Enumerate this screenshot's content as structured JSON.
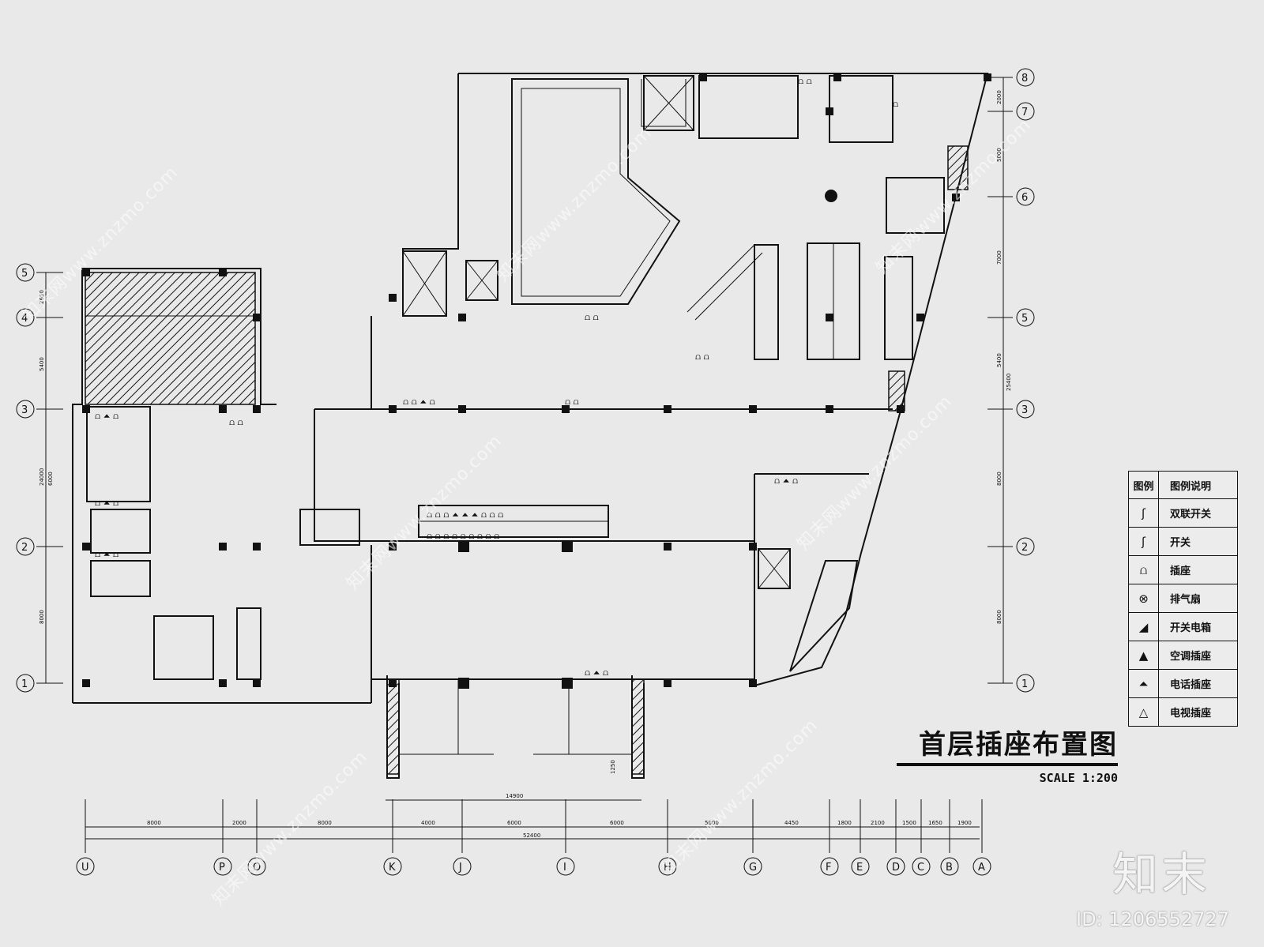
{
  "drawing": {
    "title": "首层插座布置图",
    "scale": "SCALE 1:200"
  },
  "legend": {
    "header_symbol": "图例",
    "header_description": "图例说明",
    "items": [
      {
        "symbol": "ʃ",
        "label": "双联开关",
        "icon": "double-switch-icon"
      },
      {
        "symbol": "ʃ",
        "label": "开关",
        "icon": "switch-icon"
      },
      {
        "symbol": "⩍",
        "label": "插座",
        "icon": "socket-icon"
      },
      {
        "symbol": "⊗",
        "label": "排气扇",
        "icon": "exhaust-fan-icon"
      },
      {
        "symbol": "◢",
        "label": "开关电箱",
        "icon": "switch-box-icon"
      },
      {
        "symbol": "▲",
        "label": "空调插座",
        "icon": "ac-socket-icon"
      },
      {
        "symbol": "⏶",
        "label": "电话插座",
        "icon": "phone-socket-icon"
      },
      {
        "symbol": "△",
        "label": "电视插座",
        "icon": "tv-socket-icon"
      }
    ]
  },
  "grid_axes": {
    "left": [
      "5",
      "4",
      "3",
      "2",
      "1"
    ],
    "right": [
      "8",
      "7",
      "6",
      "5",
      "3",
      "2",
      "1"
    ],
    "bottom": [
      "U",
      "P",
      "O",
      "K",
      "J",
      "I",
      "H",
      "G",
      "F",
      "E",
      "D",
      "C",
      "B",
      "A"
    ]
  },
  "dimensions": {
    "left": [
      "2650",
      "5400",
      "24000",
      "6000",
      "8000"
    ],
    "right": [
      "2000",
      "5000",
      "7000",
      "5400",
      "25400",
      "8000",
      "8000"
    ],
    "bottom_segments": [
      "8000",
      "2000",
      "8000",
      "4000",
      "6000",
      "6000",
      "5000",
      "4450",
      "1800",
      "2100",
      "1500",
      "1650",
      "1900"
    ],
    "bottom_total": "52400",
    "entrance_width": "14900",
    "entrance_depth": "1250"
  },
  "watermark": {
    "site": "知末网www.znzmo.com",
    "brand": "知末",
    "image_id": "ID: 1206552727"
  }
}
